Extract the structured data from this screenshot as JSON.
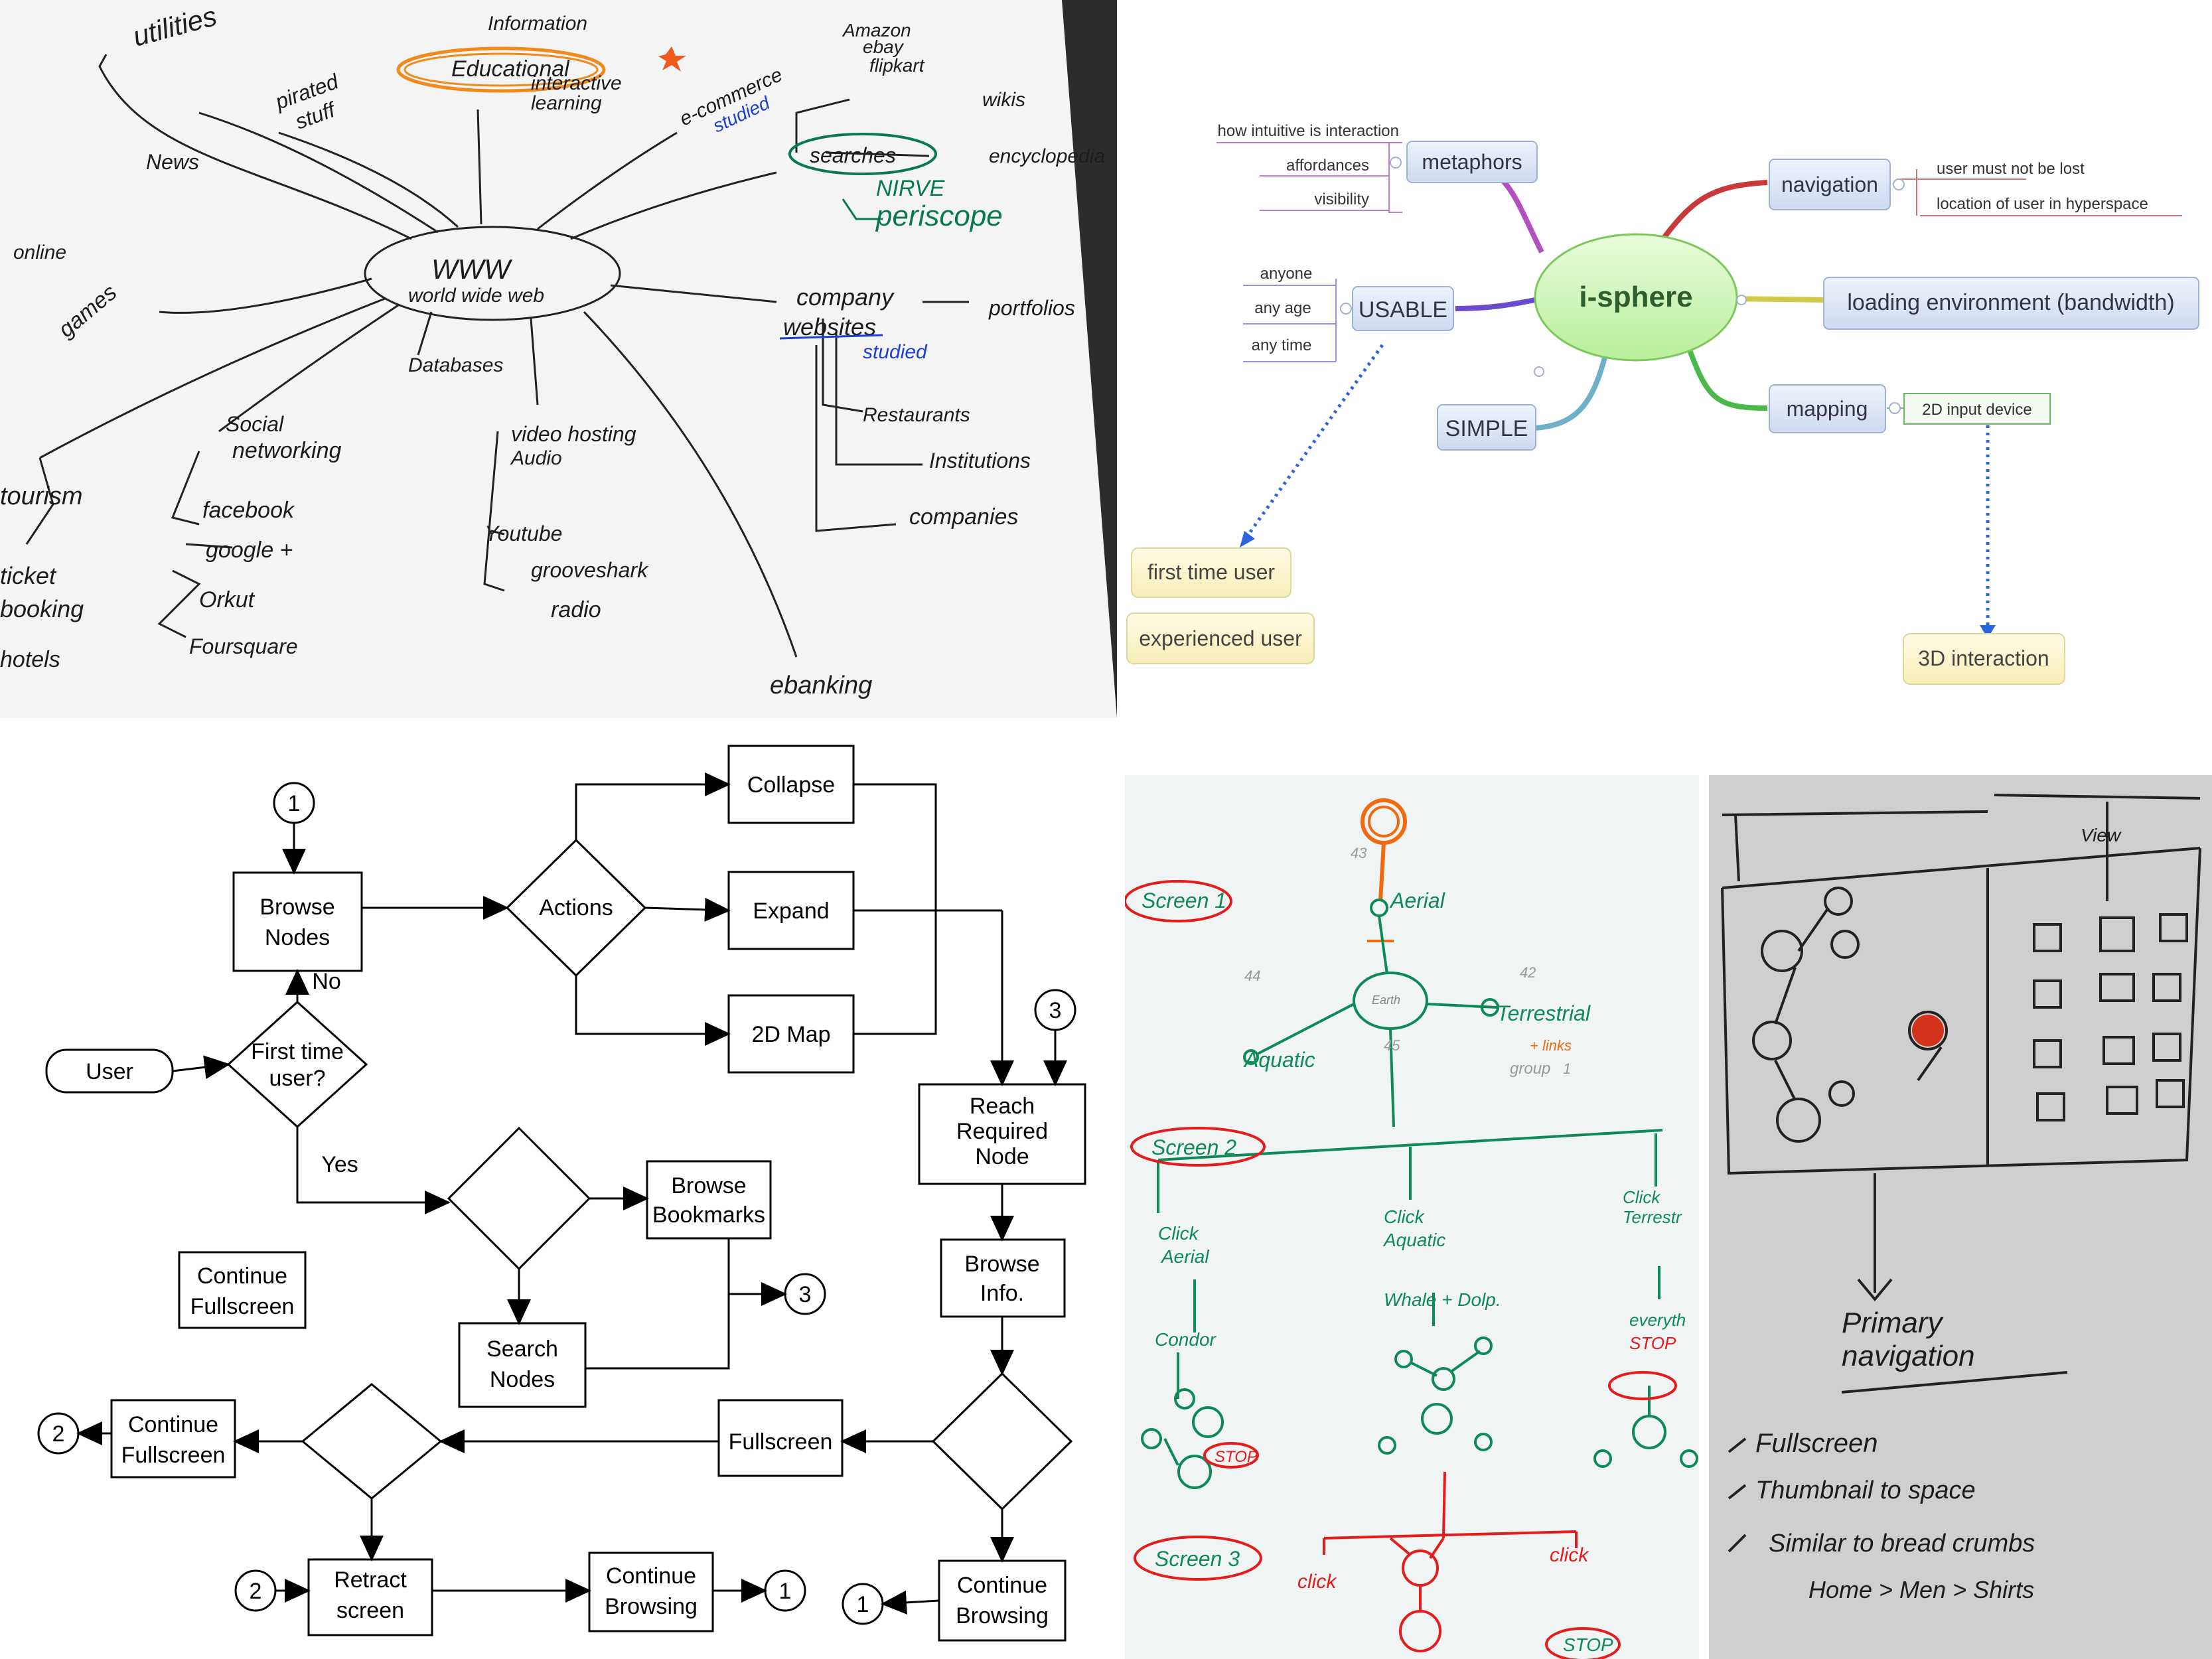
{
  "sketch_www": {
    "center": [
      "WWW",
      "world wide web"
    ],
    "labels": {
      "utilities": "utilities",
      "news": "News",
      "pirated": "pirated",
      "stuff": "stuff",
      "information": "Information",
      "educational": "Educational",
      "interactive": "interactive",
      "learning": "learning",
      "ecommerce": "e-commerce",
      "studied1": "studied",
      "amazon": "Amazon",
      "ebay": "ebay",
      "flipkart": "flipkart",
      "wikis": "wikis",
      "searches": "searches",
      "encyclopedia": "encyclopedia",
      "nirve": "NIRVE",
      "periscope": "periscope",
      "online": "online",
      "games": "games",
      "company": "company",
      "websites": "websites",
      "portfolios": "portfolios",
      "studied2": "studied",
      "restaurants": "Restaurants",
      "institutions": "Institutions",
      "companies": "companies",
      "databases": "Databases",
      "video_hosting": "video hosting",
      "audio": "Audio",
      "youtube": "Youtube",
      "grooveshark": "grooveshark",
      "radio": "radio",
      "social": "Social",
      "networking": "networking",
      "facebook": "facebook",
      "google": "google +",
      "orkut": "Orkut",
      "foursquare": "Foursquare",
      "tourism": "tourism",
      "ticket": "ticket",
      "booking": "booking",
      "hotels": "hotels",
      "ebanking": "ebanking"
    }
  },
  "mindmap": {
    "center": "i-sphere",
    "metaphors": "metaphors",
    "metaphor_items": [
      "how intuitive is interaction",
      "affordances",
      "visibility"
    ],
    "usable": "USABLE",
    "usable_items": [
      "anyone",
      "any age",
      "any time"
    ],
    "simple": "SIMPLE",
    "navigation": "navigation",
    "navigation_items": [
      "user must not be lost",
      "location of user in hyperspace"
    ],
    "loading": "loading environment (bandwidth)",
    "mapping": "mapping",
    "mapping_item": "2D input device",
    "first_time": "first time user",
    "experienced": "experienced user",
    "interaction_3d": "3D interaction"
  },
  "flowchart": {
    "user": "User",
    "first_time": [
      "First time",
      "user?"
    ],
    "no": "No",
    "yes": "Yes",
    "browse_nodes": [
      "Browse",
      "Nodes"
    ],
    "actions": "Actions",
    "collapse": "Collapse",
    "expand": "Expand",
    "map2d": "2D Map",
    "reach": [
      "Reach",
      "Required",
      "Node"
    ],
    "browse_bookmarks": [
      "Browse",
      "Bookmarks"
    ],
    "search_nodes": [
      "Search",
      "Nodes"
    ],
    "continue_fullscreen": [
      "Continue",
      "Fullscreen"
    ],
    "browse_info": [
      "Browse",
      "Info."
    ],
    "fullscreen": "Fullscreen",
    "retract": [
      "Retract",
      "screen"
    ],
    "continue_browsing": [
      "Continue",
      "Browsing"
    ],
    "connectors": [
      "1",
      "2",
      "3"
    ]
  },
  "sketch_screens": {
    "screen1": "Screen 1",
    "screen2": "Screen 2",
    "screen3": "Screen 3",
    "aerial": "Aerial",
    "aquatic": "Aquatic",
    "terrestrial": "Terrestrial",
    "earth": "Earth",
    "links": "+ links",
    "group": "group",
    "click_aerial": [
      "Click",
      "Aerial"
    ],
    "click_aquatic": [
      "Click",
      "Aquatic"
    ],
    "click_terrestrial": [
      "Click",
      "Terrestr"
    ],
    "condor": "Condor",
    "whale": "Whale + Dolp.",
    "everything": "everyth",
    "stop": "STOP",
    "click": "click",
    "nums": [
      "43",
      "44",
      "42",
      "45",
      "1"
    ]
  },
  "sketch_nav": {
    "view": "View",
    "title": [
      "Primary",
      "navigation"
    ],
    "items": [
      "Fullscreen",
      "Thumbnail to space",
      "Similar to bread crumbs",
      "Home > Men > Shirts"
    ]
  }
}
